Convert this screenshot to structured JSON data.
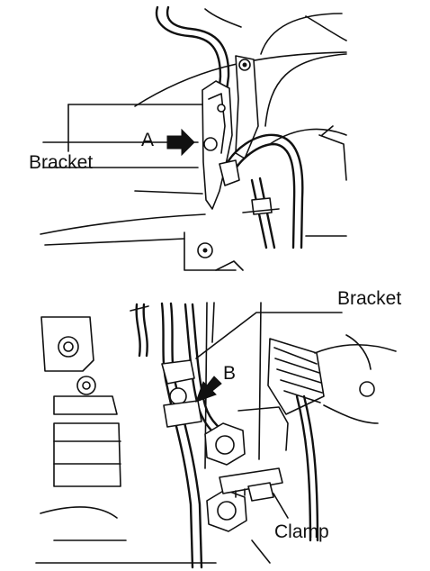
{
  "top_view": {
    "bracket_label": "Bracket",
    "marker_label": "A"
  },
  "bottom_view": {
    "bracket_label": "Bracket",
    "marker_label": "B",
    "clamp_label": "Clamp"
  }
}
